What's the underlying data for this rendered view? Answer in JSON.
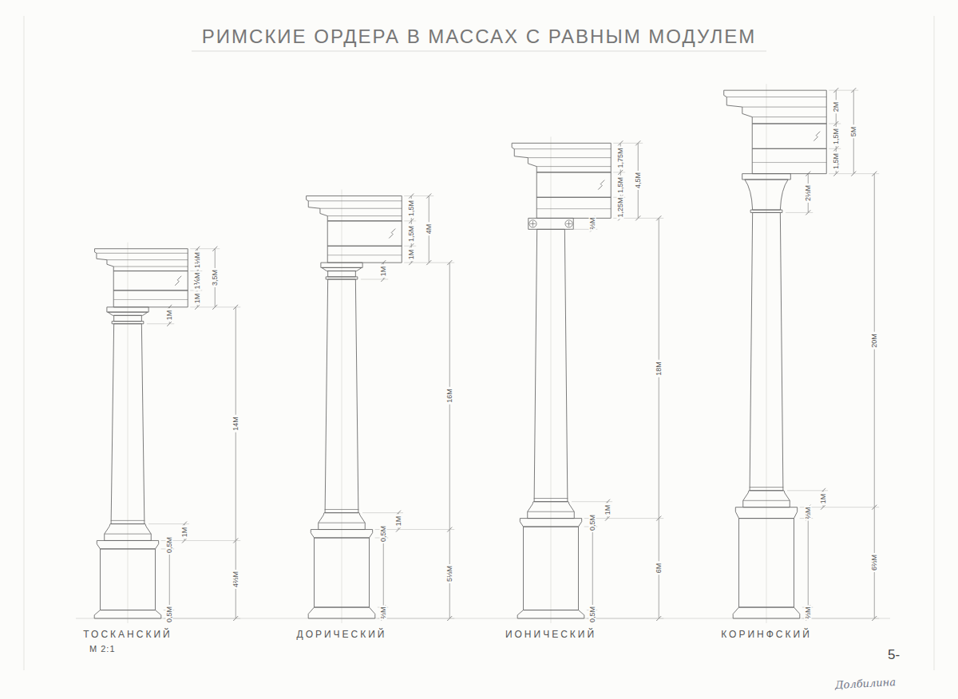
{
  "diagram": {
    "title": "РИМСКИЕ ОРДЕРА В МАССАХ С РАВНЫМ МОДУЛЕМ",
    "labels": [
      "ТОСКАНСКИЙ",
      "М 2:1",
      "ДОРИЧЕСКИЙ",
      "ИОНИЧЕСКИЙ",
      "КОРИНФСКИЙ",
      "1М",
      "1⅙М",
      "1⅓М",
      "3,5М",
      "1М",
      "14М",
      "1М",
      "0,5М",
      "0,5М",
      "4⅔М",
      "1М",
      "1,5М",
      "1,5М",
      "4М",
      "1М",
      "16М",
      "1М",
      "0,5М",
      "⅔М",
      "5⅓М",
      "1,25М",
      "1,5М",
      "1,75М",
      "4,5М",
      "⅔М",
      "18М",
      "1М",
      "0,5М",
      "0,5М",
      "6М",
      "1,5М",
      "1,5М",
      "2М",
      "5М",
      "2⅓М",
      "20М",
      "1М",
      "⅔М",
      "⅔М",
      "6⅔М",
      "5-",
      "Долбилина"
    ]
  }
}
